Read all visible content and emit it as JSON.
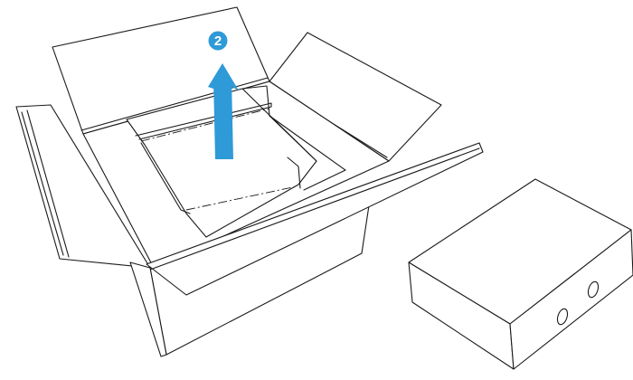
{
  "step_badge": {
    "label": "2",
    "color": "#2e9ad8",
    "text_color": "#ffffff"
  },
  "lift_arrow": {
    "color": "#2e9ad8",
    "direction": "up"
  },
  "line_color": "#1a1a1a",
  "background": "#ffffff",
  "icons": [
    "step-number-badge",
    "lift-up-arrow",
    "open-box",
    "monitor-stand-box"
  ]
}
